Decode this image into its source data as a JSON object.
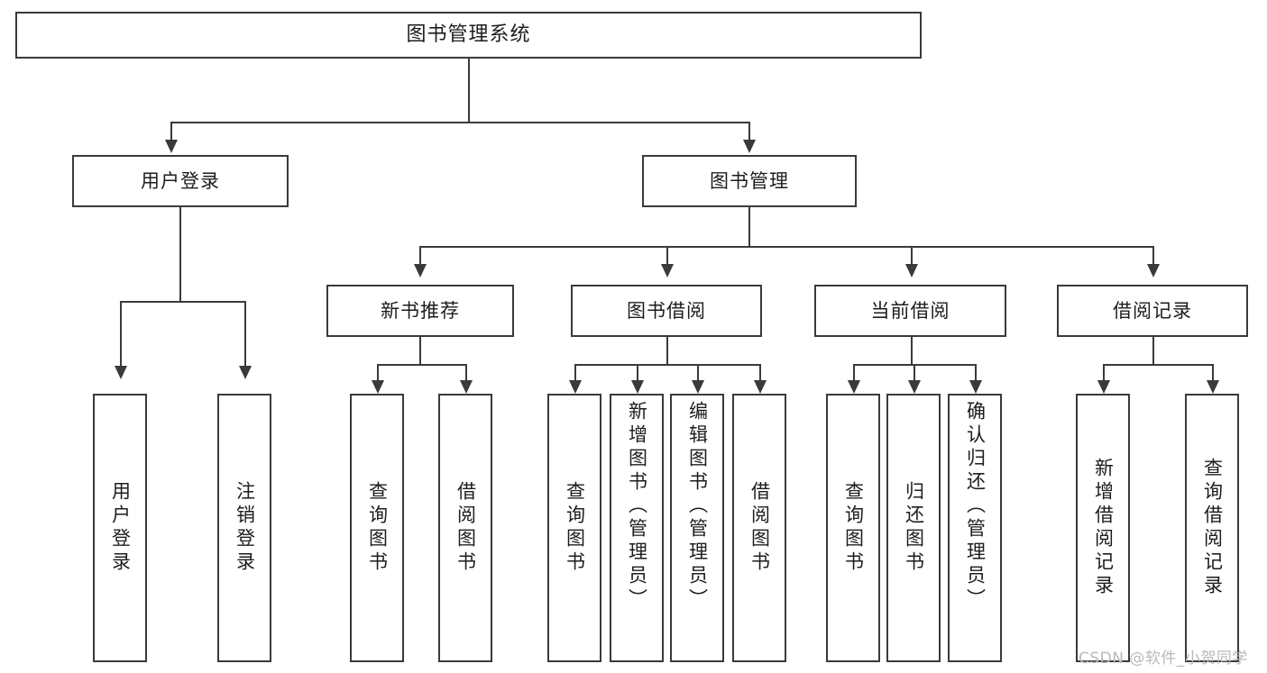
{
  "diagram": {
    "type": "tree",
    "title": "图书管理系统",
    "root": {
      "label": "图书管理系统"
    },
    "level2": [
      {
        "label": "用户登录"
      },
      {
        "label": "图书管理"
      }
    ],
    "level3": [
      {
        "label": "新书推荐"
      },
      {
        "label": "图书借阅"
      },
      {
        "label": "当前借阅"
      },
      {
        "label": "借阅记录"
      }
    ],
    "leaves": {
      "user_login": [
        {
          "label": "用户登录"
        },
        {
          "label": "注销登录"
        }
      ],
      "new_book_recommend": [
        {
          "label": "查询图书"
        },
        {
          "label": "借阅图书"
        }
      ],
      "book_borrow": [
        {
          "label": "查询图书"
        },
        {
          "label": "新增图书（管理员）"
        },
        {
          "label": "编辑图书（管理员）"
        },
        {
          "label": "借阅图书"
        }
      ],
      "current_borrow": [
        {
          "label": "查询图书"
        },
        {
          "label": "归还图书"
        },
        {
          "label": "确认归还（管理员）"
        }
      ],
      "borrow_record": [
        {
          "label": "新增借阅记录"
        },
        {
          "label": "查询借阅记录"
        }
      ]
    },
    "colors": {
      "box_border": "#3a3a3a",
      "box_fill": "#ffffff",
      "text": "#1d1d1d",
      "connector": "#3a3a3a",
      "background": "#ffffff",
      "watermark": "#b9b9b9"
    }
  },
  "watermark": {
    "text": "CSDN @软件_小贺同学"
  }
}
